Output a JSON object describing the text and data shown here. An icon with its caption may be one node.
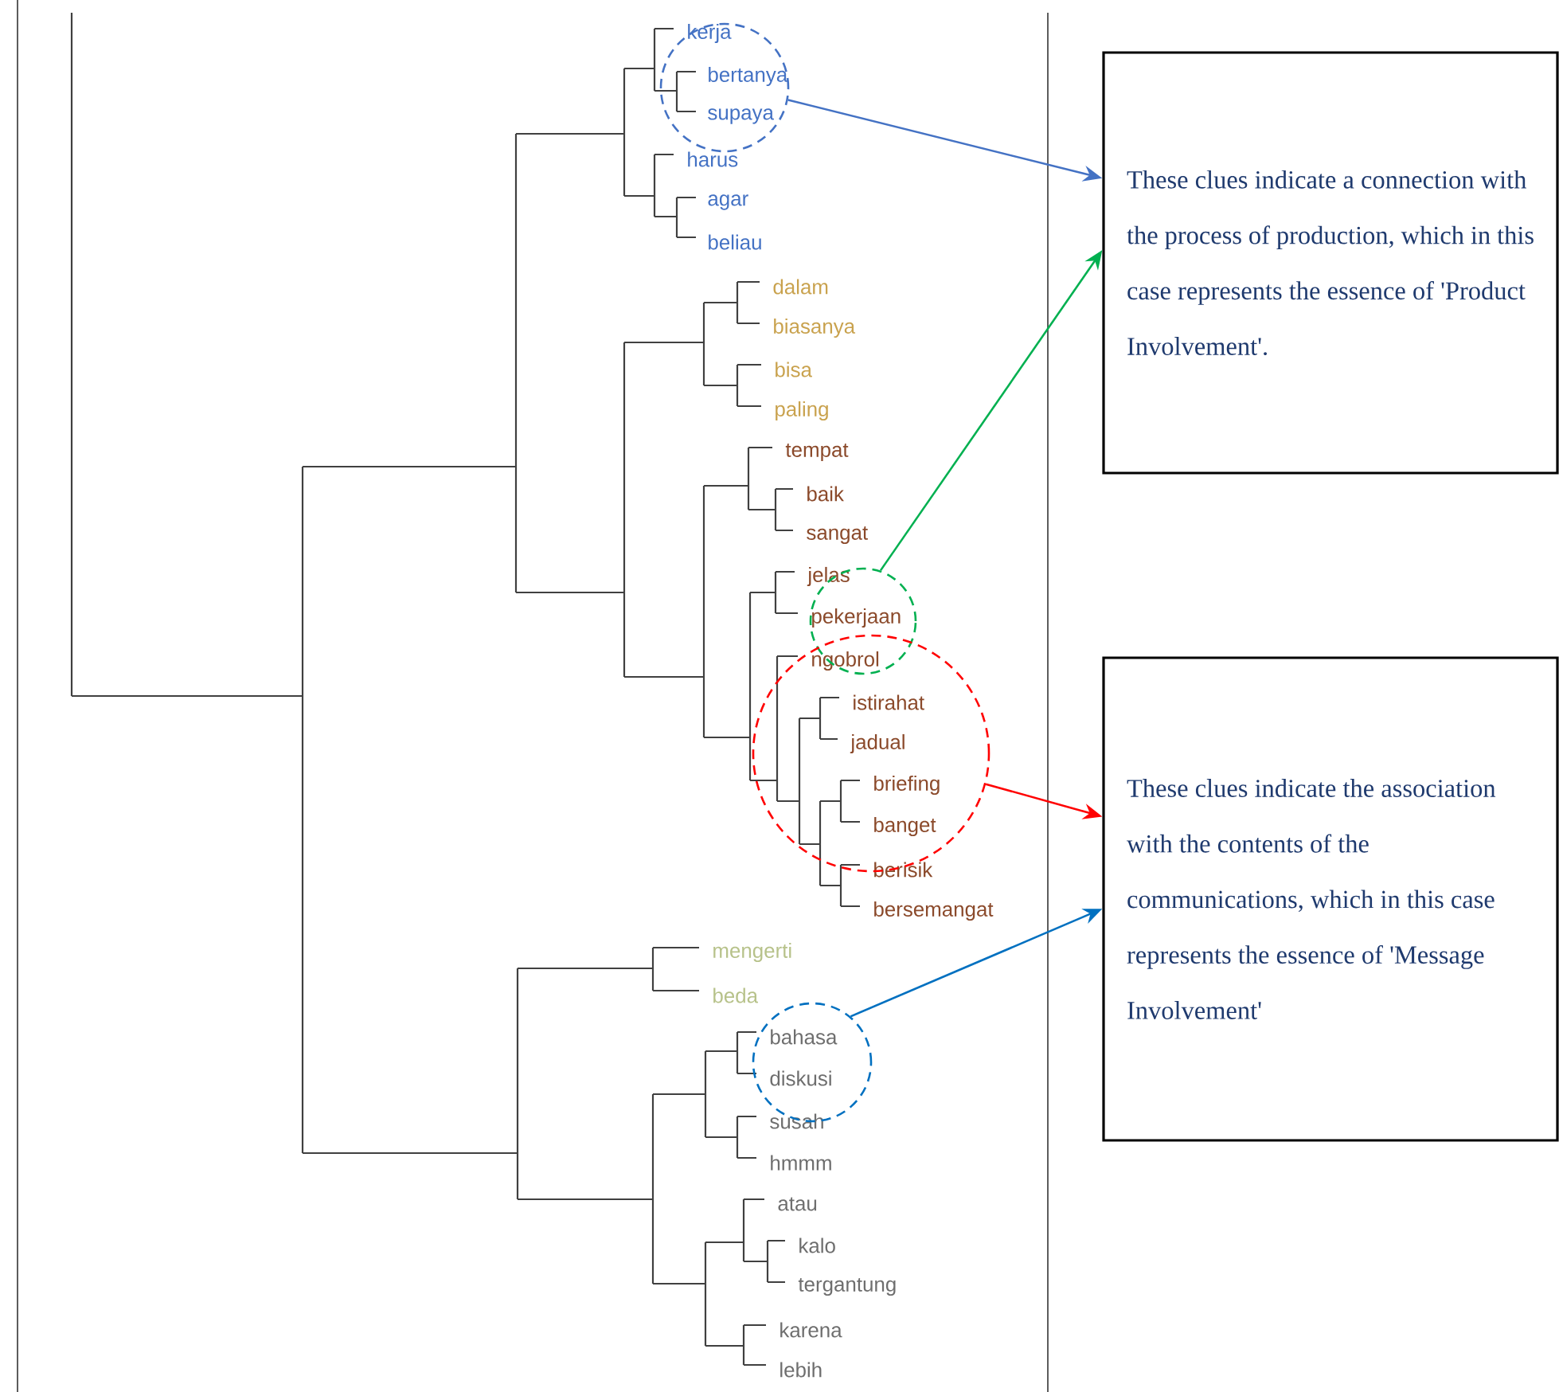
{
  "diagram": {
    "nodes": [
      {
        "text": [
          "These clues indicate a connection with the process of production, which in this case represents the essence of 'Product Involvement'."
        ]
      },
      {
        "text": [
          "These clues indicate the association with the contents of the communications, which in this case represents the essence of 'Message Involvement'"
        ]
      },
      {
        "text": [],
        "shape": "circle"
      },
      {
        "text": [],
        "shape": "circle"
      },
      {
        "text": [],
        "shape": "circle"
      },
      {
        "text": [],
        "shape": "circle"
      }
    ],
    "edges": [
      {
        "from": 2,
        "to": 0,
        "arrow": "to",
        "color": "#4472c4"
      },
      {
        "from": 3,
        "to": 0,
        "arrow": "to",
        "color": "#00b050"
      },
      {
        "from": 4,
        "to": 1,
        "arrow": "to",
        "color": "#ff0000"
      },
      {
        "from": 5,
        "to": 1,
        "arrow": "to",
        "color": "#0070c0"
      }
    ],
    "labels": [
      "kerja",
      "bertanya",
      "supaya",
      "harus",
      "agar",
      "beliau",
      "dalam",
      "biasanya",
      "bisa",
      "paling",
      "tempat",
      "baik",
      "sangat",
      "jelas",
      "pekerjaan",
      "ngobrol",
      "istirahat",
      "jadual",
      "briefing",
      "banget",
      "berisik",
      "bersemangat",
      "mengerti",
      "beda",
      "bahasa",
      "diskusi",
      "susah",
      "hmmm",
      "atau",
      "kalo",
      "tergantung",
      "karena",
      "lebih"
    ]
  }
}
